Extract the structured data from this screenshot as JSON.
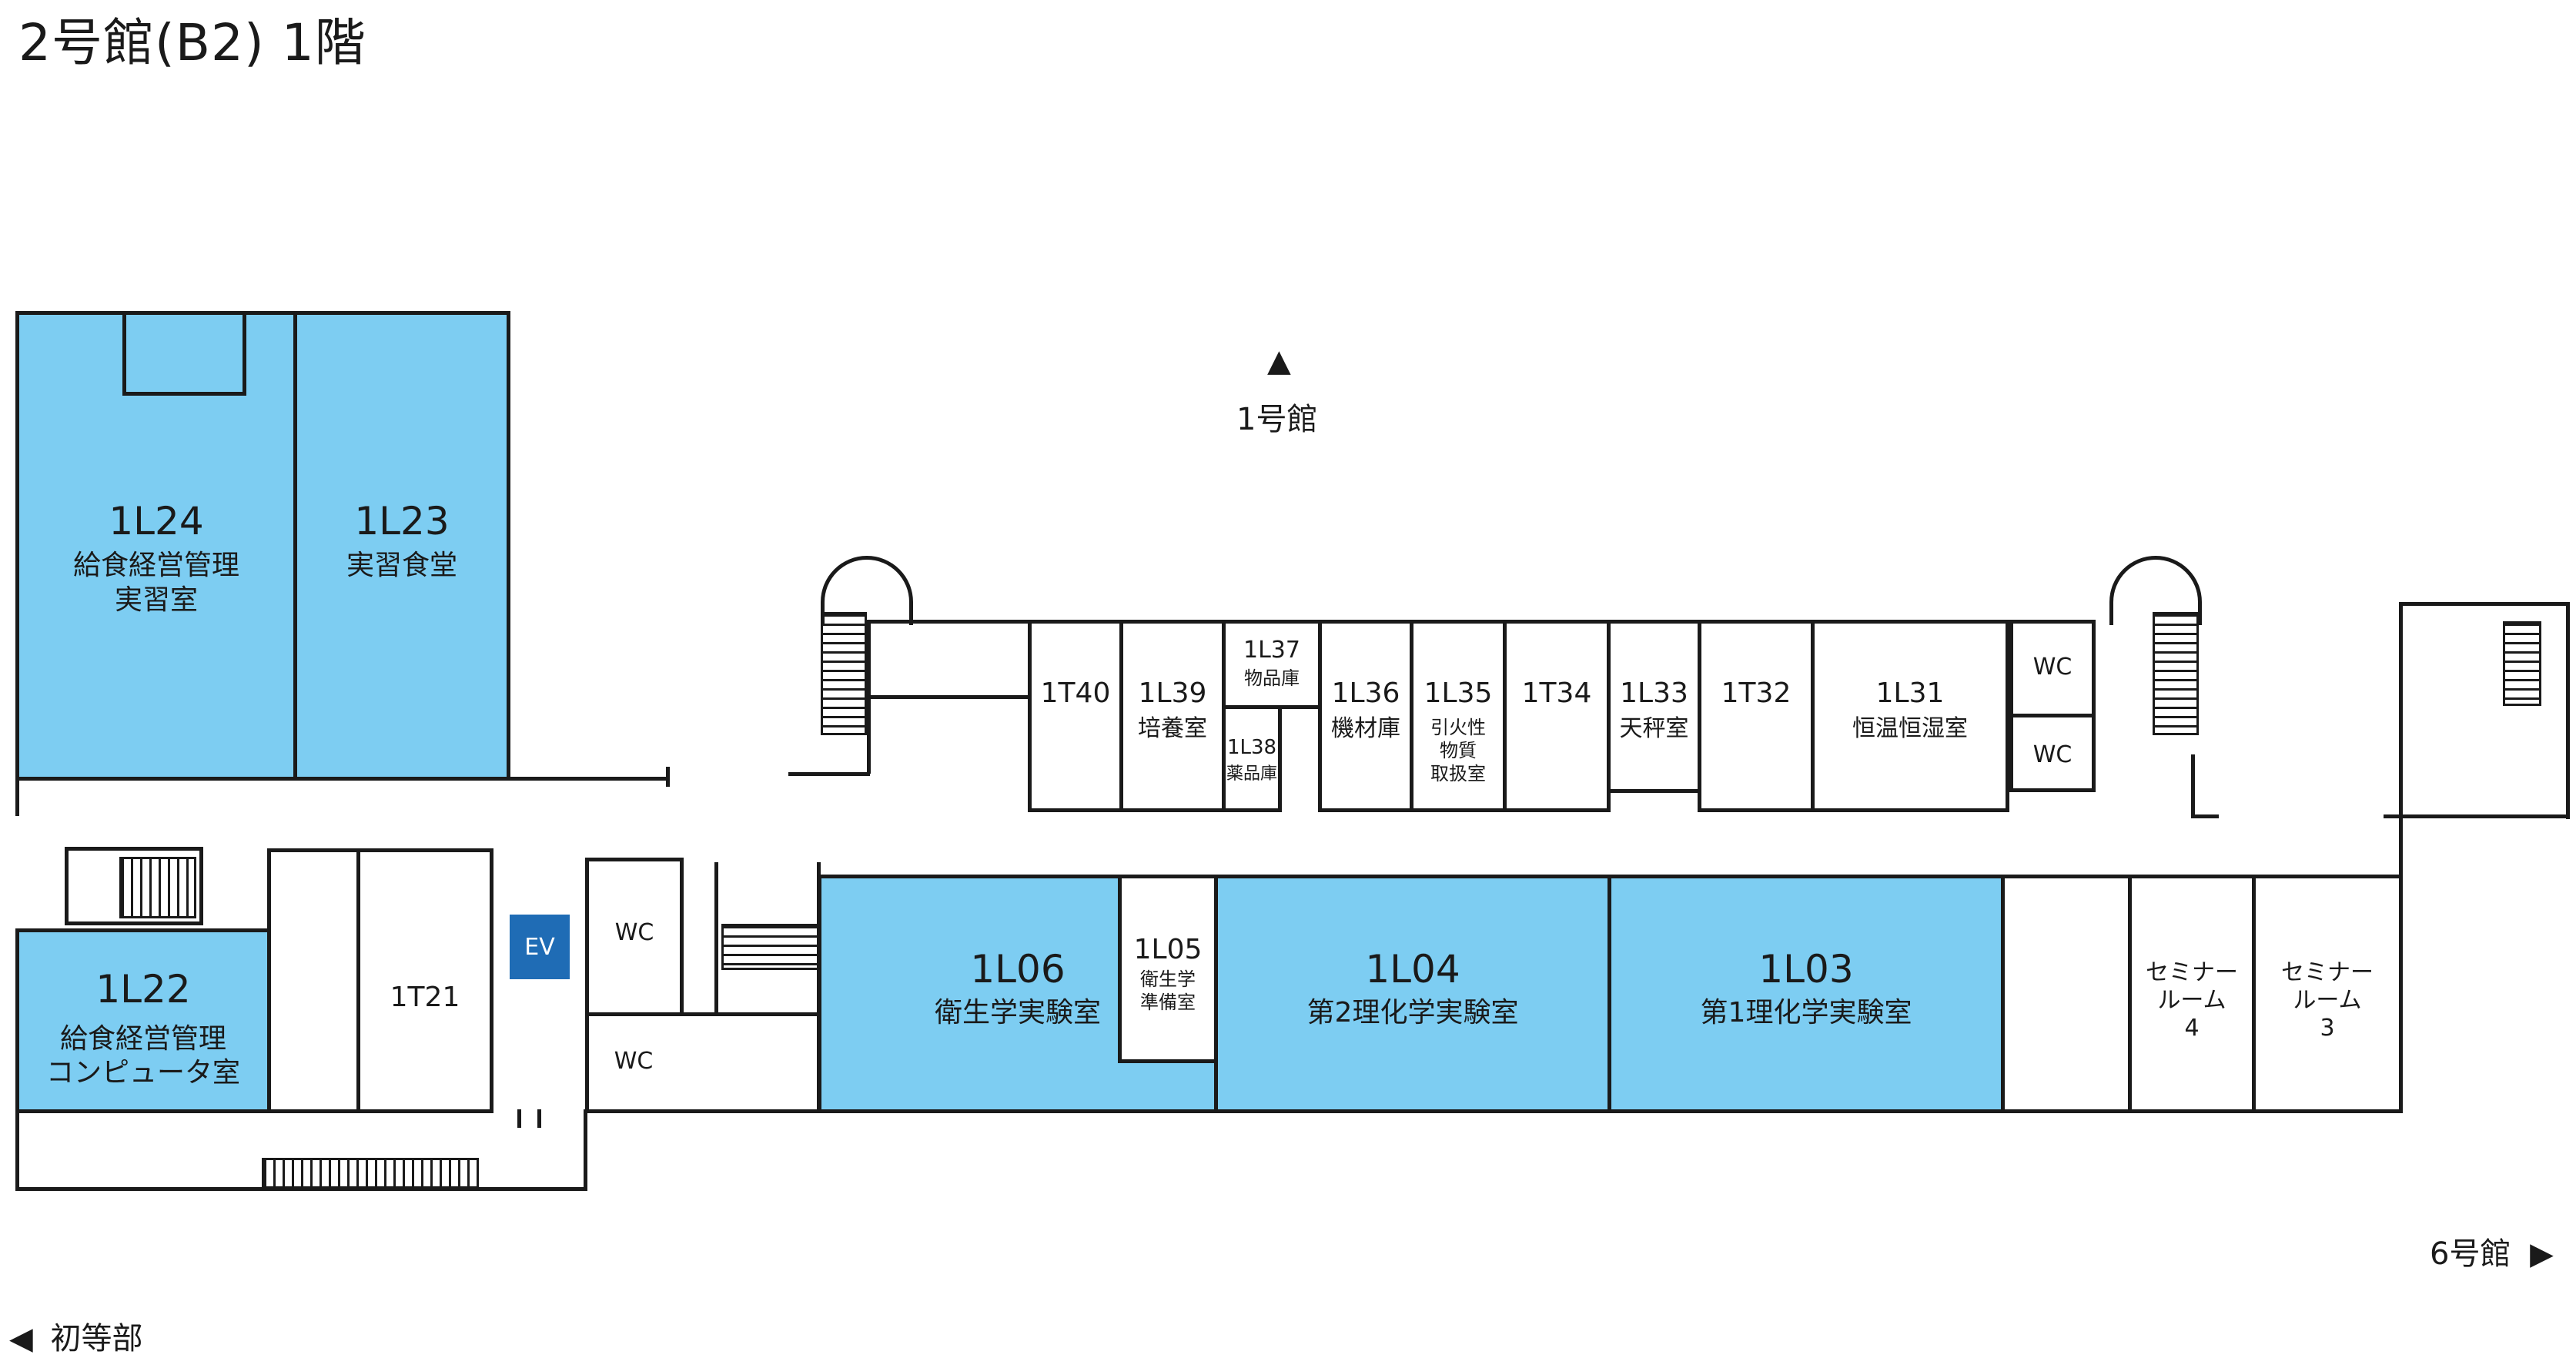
{
  "title": "2号館(B2) 1階",
  "nav": {
    "up": "▲",
    "up_label": "1号館",
    "right_label": "6号館",
    "right_arrow": "▶",
    "left_arrow": "◀",
    "left_label": "初等部"
  },
  "colors": {
    "lab": "#7dcdf2",
    "elevator": "#1f6cb5",
    "wall": "#1a1a1a"
  },
  "rooms": {
    "r1l24": {
      "code": "1L24",
      "name1": "給食経営管理",
      "name2": "実習室"
    },
    "r1l23": {
      "code": "1L23",
      "name1": "実習食堂"
    },
    "r1l22": {
      "code": "1L22",
      "name1": "給食経営管理",
      "name2": "コンピュータ室"
    },
    "r1t21": {
      "code": "1T21"
    },
    "ev": {
      "label": "EV"
    },
    "wc_a": {
      "label": "WC"
    },
    "wc_b": {
      "label": "WC"
    },
    "r1l06": {
      "code": "1L06",
      "name1": "衛生学実験室"
    },
    "r1l05": {
      "code": "1L05",
      "name1": "衛生学",
      "name2": "準備室"
    },
    "r1l04": {
      "code": "1L04",
      "name1": "第2理化学実験室"
    },
    "r1l03": {
      "code": "1L03",
      "name1": "第1理化学実験室"
    },
    "seminar4": {
      "name1": "セミナー",
      "name2": "ルーム",
      "name3": "4"
    },
    "seminar3": {
      "name1": "セミナー",
      "name2": "ルーム",
      "name3": "3"
    },
    "r1t40": {
      "code": "1T40"
    },
    "r1l39": {
      "code": "1L39",
      "name1": "培養室"
    },
    "r1l37": {
      "code": "1L37",
      "name1": "物品庫"
    },
    "r1l38": {
      "code": "1L38",
      "name1": "薬品庫"
    },
    "r1l36": {
      "code": "1L36",
      "name1": "機材庫"
    },
    "r1l35": {
      "code": "1L35",
      "name1": "引火性",
      "name2": "物質",
      "name3": "取扱室"
    },
    "r1t34": {
      "code": "1T34"
    },
    "r1l33": {
      "code": "1L33",
      "name1": "天秤室"
    },
    "r1t32": {
      "code": "1T32"
    },
    "r1l31": {
      "code": "1L31",
      "name1": "恒温恒湿室"
    },
    "wc_c": {
      "label": "WC"
    },
    "wc_d": {
      "label": "WC"
    }
  }
}
